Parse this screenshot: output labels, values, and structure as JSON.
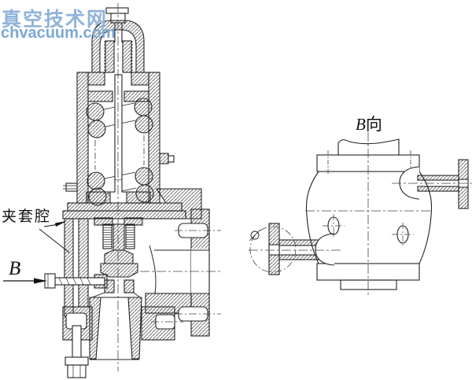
{
  "page": {
    "background": "#ffffff",
    "line_color": "#222222"
  },
  "watermark": {
    "site_name": "真空技术网",
    "site_url": "chvacuum.com",
    "name_color": "#8fb3da",
    "url_color": "#7ba8d4"
  },
  "figure": {
    "type": "technical-section-drawing",
    "main_view": {
      "label_jacket_cavity": "夹套腔",
      "label_direction_arrow": "B"
    },
    "side_view": {
      "title": "B向",
      "title_b": "B",
      "title_xiang": "向"
    }
  }
}
